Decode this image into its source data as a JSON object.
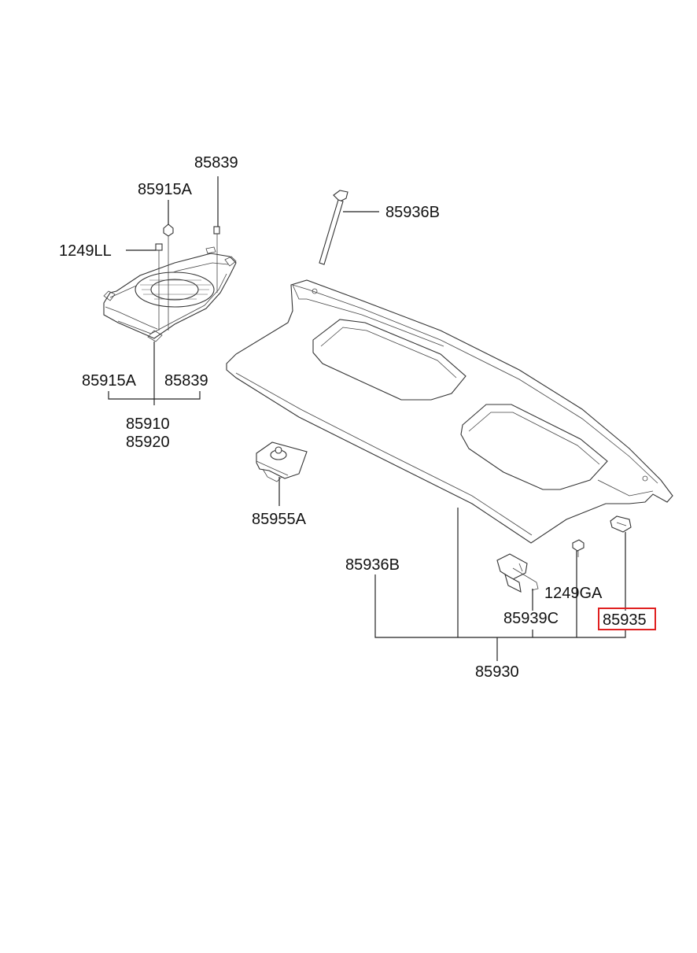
{
  "labels": {
    "l_85839_top": "85839",
    "l_85915A_top": "85915A",
    "l_1249LL": "1249LL",
    "l_85936B_top": "85936B",
    "l_85915A_bottom": "85915A",
    "l_85839_bottom": "85839",
    "l_85910": "85910",
    "l_85920": "85920",
    "l_85955A": "85955A",
    "l_85936B_bottom": "85936B",
    "l_1249GA": "1249GA",
    "l_85939C": "85939C",
    "l_85935": "85935",
    "l_85930": "85930"
  },
  "highlight_color": "#e02020"
}
